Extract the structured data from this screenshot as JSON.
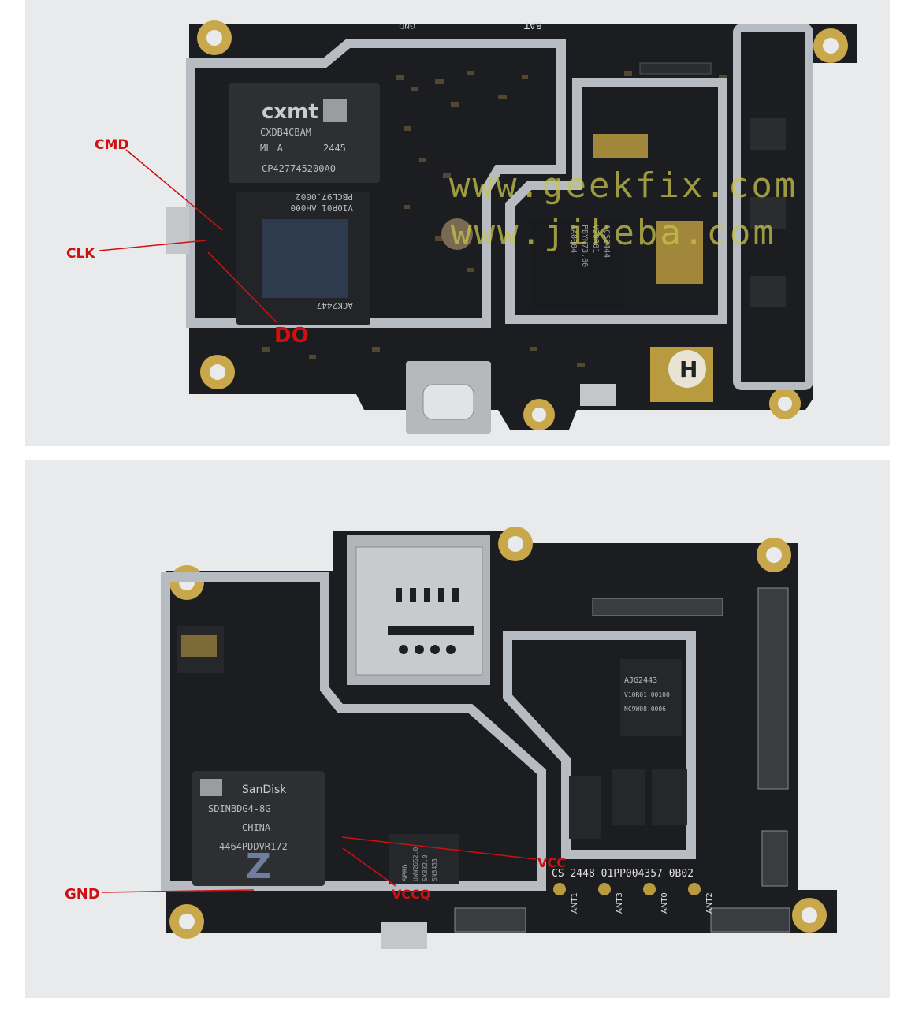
{
  "top_board": {
    "chips": {
      "dram_logo": "cxmt",
      "dram_line1": "CXDB4CBAM",
      "dram_line2": "ML A",
      "dram_line3": "2445",
      "dram_line4": "CP427745200A0",
      "soc_line1": "V10R01  AH000",
      "soc_line2": "PBCL97.0002",
      "soc_line3": "ACK2447",
      "soc2_line1": "ACS2444",
      "soc2_line2": "V20R01",
      "soc2_line3": "PBYN73.00",
      "soc2_line4": "AA0004"
    },
    "silkscreen": {
      "gnd": "GND",
      "bat": "BAT",
      "h_mark": "H"
    },
    "watermarks": [
      "www.geekfix.com",
      "www.jikeba.com"
    ],
    "labels": {
      "cmd": "CMD",
      "clk": "CLK",
      "do": "DO"
    },
    "label_color": "#d01010"
  },
  "bottom_board": {
    "chips": {
      "emmc_line1": "SanDisk",
      "emmc_line2": "SDINBDG4-8G",
      "emmc_line3": "CHINA",
      "emmc_line4": "4464PDDVR172",
      "emmc_mark": "Z",
      "sprd_line1": "SPRD",
      "sprd_line2": "UWW2652.0",
      "sprd_line3": "SXB32.0",
      "sprd_line4": "SN8433",
      "ajg_line1": "AJG2443",
      "ajg_line2": "V10R01 00100",
      "ajg_line3": "NC9W08.0006"
    },
    "silkscreen": {
      "serial": "CS 2448 01PP004357 0B02",
      "ant": [
        "ANT1",
        "ANT3",
        "ANT0",
        "ANT2"
      ]
    },
    "labels": {
      "gnd": "GND",
      "vcc": "VCC",
      "vccq": "VCCQ"
    },
    "label_color": "#d01010"
  }
}
